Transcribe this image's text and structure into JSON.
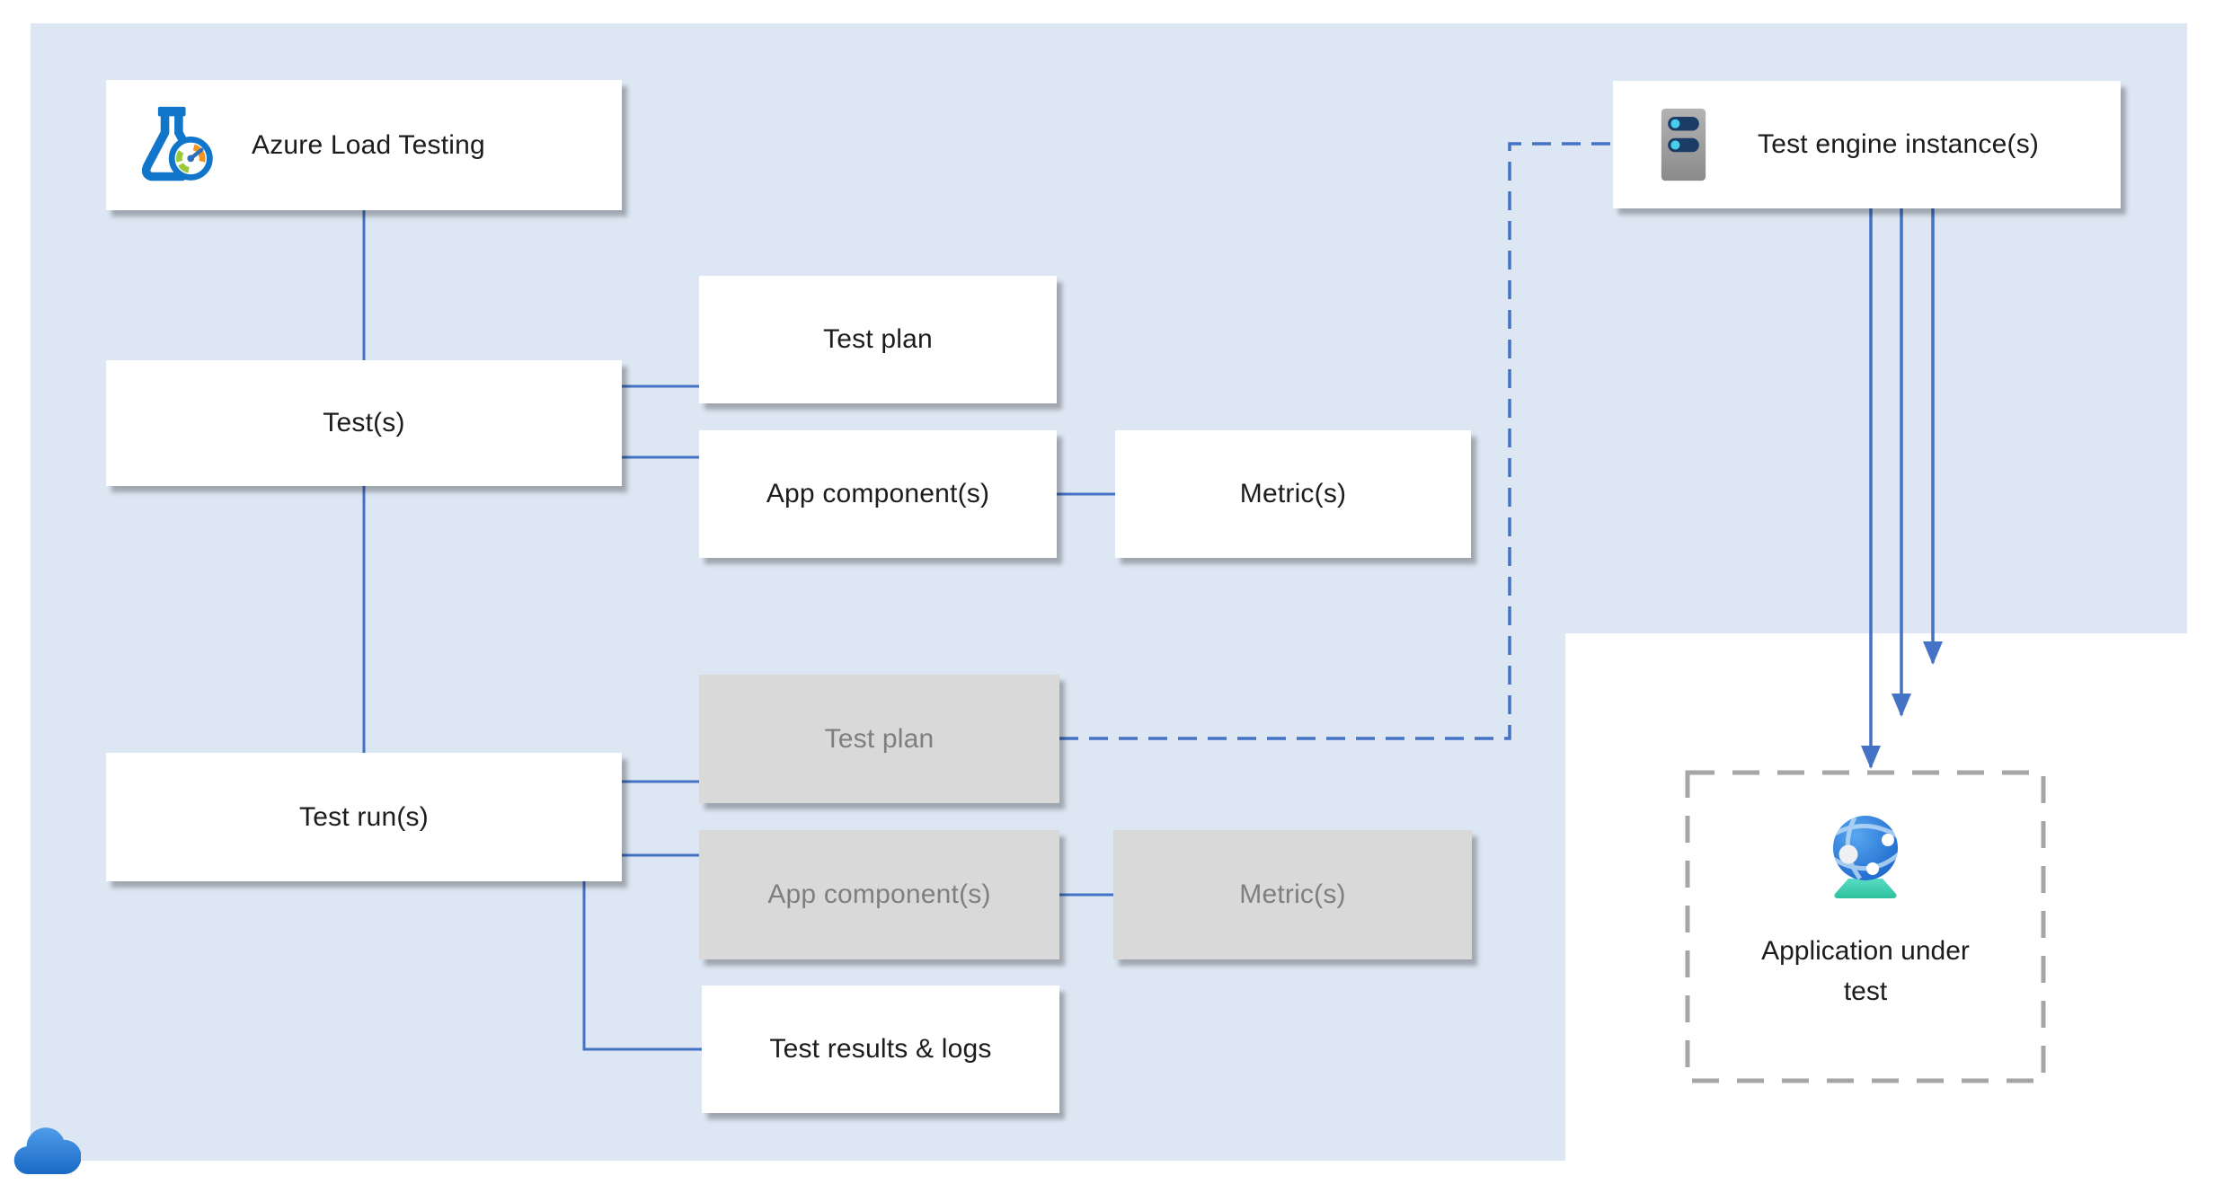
{
  "nodes": {
    "azure_load_testing": "Azure Load Testing",
    "test_engine": "Test engine instance(s)",
    "tests": "Test(s)",
    "test_runs": "Test run(s)",
    "test_plan": "Test plan",
    "app_components": "App component(s)",
    "metrics": "Metric(s)",
    "test_plan_run": "Test plan",
    "app_components_run": "App component(s)",
    "metrics_run": "Metric(s)",
    "test_results": "Test results & logs",
    "application_under_test": "Application under test"
  },
  "icons": {
    "azure_load_testing": "load-testing-flask-gauge-icon",
    "test_engine": "server-icon",
    "application_under_test": "app-service-globe-icon",
    "bottom_left": "cloud-icon"
  },
  "colors": {
    "background_blue": "#dde7f3",
    "accent_blue": "#4472c4",
    "box_white": "#ffffff",
    "box_gray": "#d9d9d9",
    "text_dark": "#1c1c1c",
    "text_gray": "#7f7f7f",
    "dashed_gray": "#a6a6a6"
  }
}
